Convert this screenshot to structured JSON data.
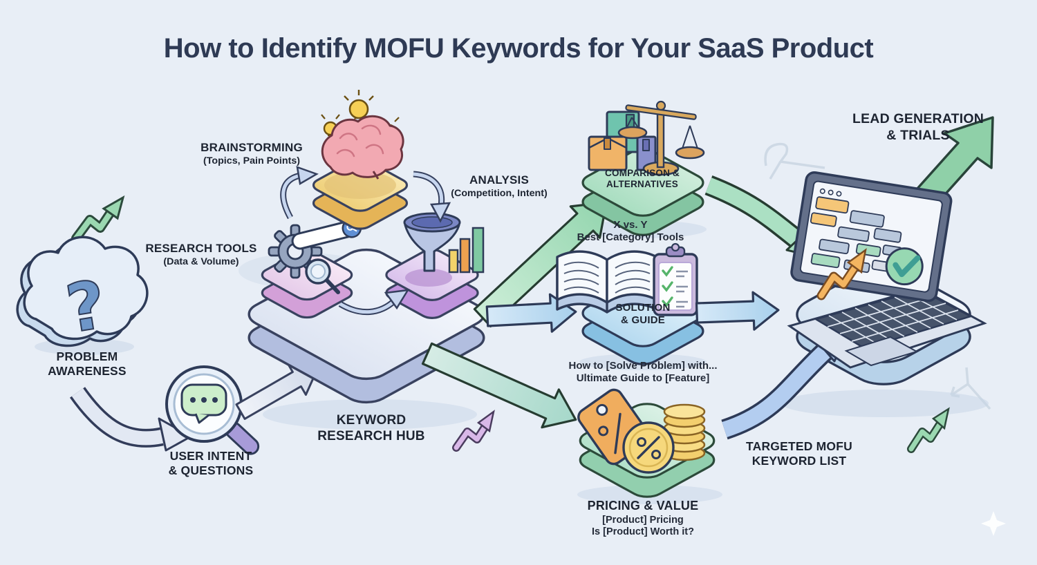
{
  "title": "How to Identify MOFU Keywords for Your SaaS Product",
  "stages": {
    "problem_awareness": {
      "line1": "PROBLEM",
      "line2": "AWARENESS"
    },
    "user_intent": {
      "line1": "USER INTENT",
      "line2": "& QUESTIONS"
    },
    "research_tools": {
      "label": "RESEARCH TOOLS",
      "sublabel": "(Data & Volume)"
    },
    "brainstorming": {
      "label": "BRAINSTORMING",
      "sublabel": "(Topics, Pain Points)"
    },
    "analysis": {
      "label": "ANALYSIS",
      "sublabel": "(Competition, Intent)"
    },
    "keyword_hub": {
      "line1": "KEYWORD",
      "line2": "RESEARCH HUB"
    },
    "comparison": {
      "line1": "COMPARISON &",
      "line2": "ALTERNATIVES",
      "example1": "X vs. Y",
      "example2": "Best [Category] Tools"
    },
    "solution": {
      "line1": "SOLUTION",
      "line2": "& GUIDE",
      "example1": "How to [Solve Problem] with...",
      "example2": "Ultimate Guide to [Feature]"
    },
    "pricing": {
      "label": "PRICING & VALUE",
      "example1": "[Product] Pricing",
      "example2": "Is [Product] Worth it?"
    },
    "targeted_list": {
      "line1": "TARGETED MOFU",
      "line2": "KEYWORD LIST"
    },
    "lead_generation": {
      "line1": "LEAD GENERATION",
      "line2": "& TRIALS"
    }
  },
  "icons": {
    "question-cloud-icon": "cloud with question mark",
    "magnifier-chat-icon": "magnifying glass over chat bubble",
    "gear-search-icon": "gear with search bar and magnifier",
    "brain-bulbs-icon": "brain with light bulbs",
    "funnel-icon": "funnel with bar chart",
    "boxes-scale-icon": "product boxes with balance scale",
    "book-checklist-icon": "open book with checklist clipboard",
    "price-tag-coins-icon": "price tag, percent coin and coin stack",
    "laptop-icon": "laptop with dashboard and green check",
    "growth-arrow-icon": "rising trend arrow"
  },
  "colors": {
    "background": "#e8eef6",
    "title": "#2e3a54",
    "label": "#1d2431",
    "outline": "#2e3b58",
    "green": "#8fd0a8",
    "blue": "#a8d0ec",
    "teal": "#a6d8ca",
    "lavender": "#d3dbea",
    "pink": "#e8cfeb",
    "purple": "#dcc6ee",
    "yellow": "#f0d27e",
    "orange": "#f2b35c"
  }
}
